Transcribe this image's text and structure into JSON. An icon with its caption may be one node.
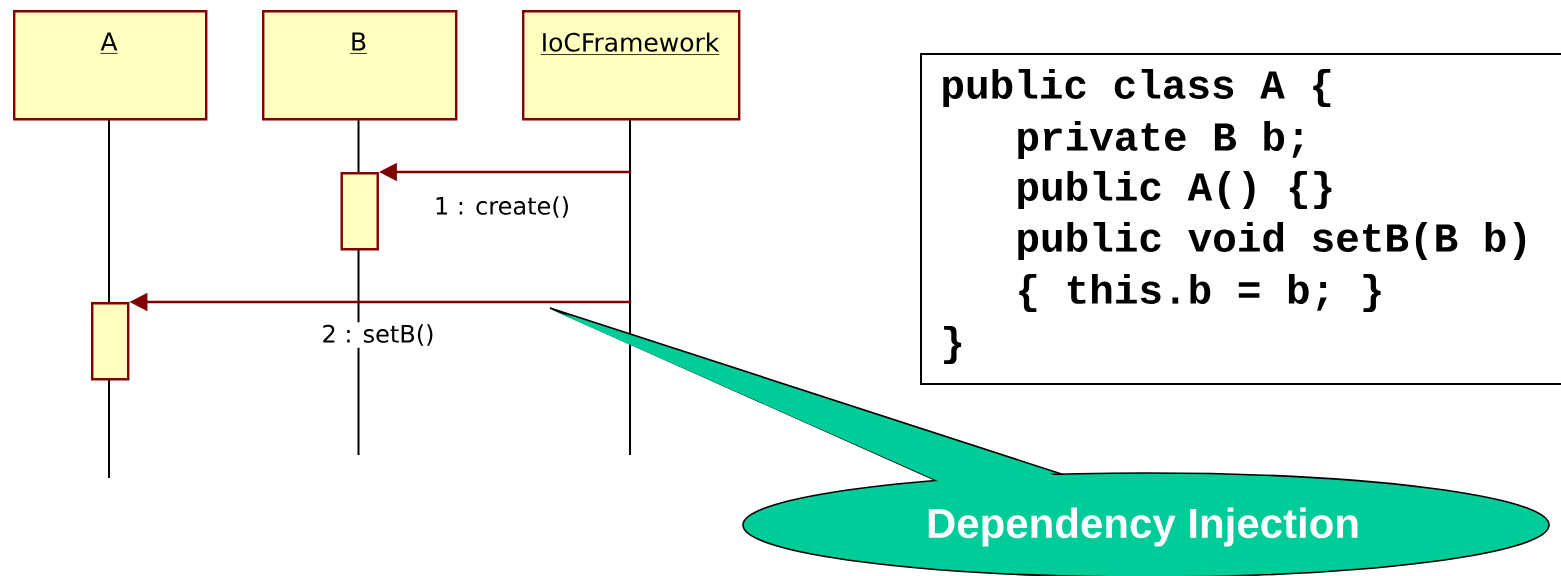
{
  "diagram": {
    "nodes": [
      {
        "text": [
          "A"
        ]
      },
      {
        "text": [
          "B"
        ]
      },
      {
        "text": [
          "IoCFramework"
        ]
      },
      {
        "text": [],
        "shape": "bar",
        "in": 1
      },
      {
        "text": [],
        "shape": "bar",
        "in": 0
      },
      {
        "text": [
          "public class A {",
          "private B b;",
          "public A() {}",
          "public void setB(B b)",
          "{ this.b = b; }",
          "}"
        ]
      },
      {
        "text": [
          "Dependency Injection"
        ]
      }
    ],
    "edges": [
      {
        "from": 2,
        "to": 3,
        "arrow": "to",
        "label": "1 : create()"
      },
      {
        "from": 2,
        "to": 4,
        "arrow": "to",
        "label": "2 : setB()"
      }
    ]
  }
}
